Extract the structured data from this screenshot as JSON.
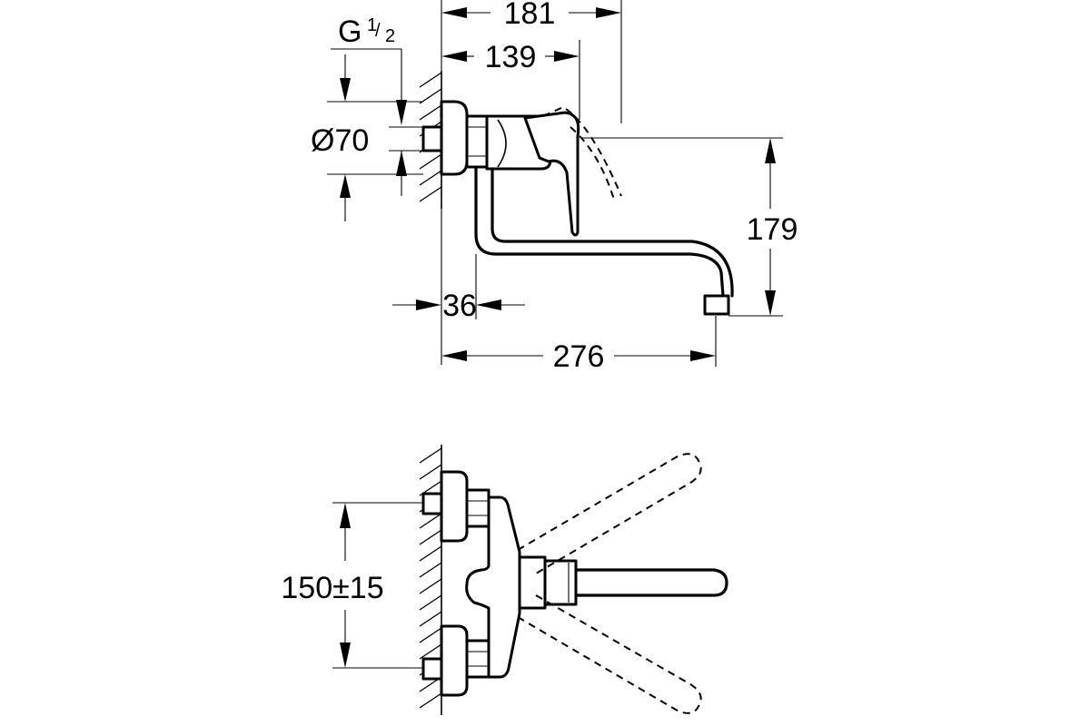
{
  "dimensions": {
    "d181": "181",
    "d139": "139",
    "thread_prefix": "G",
    "thread_num": "1",
    "thread_den": "2",
    "d70": "Ø70",
    "d179": "179",
    "d36": "36",
    "d276": "276",
    "d150": "150±15"
  }
}
